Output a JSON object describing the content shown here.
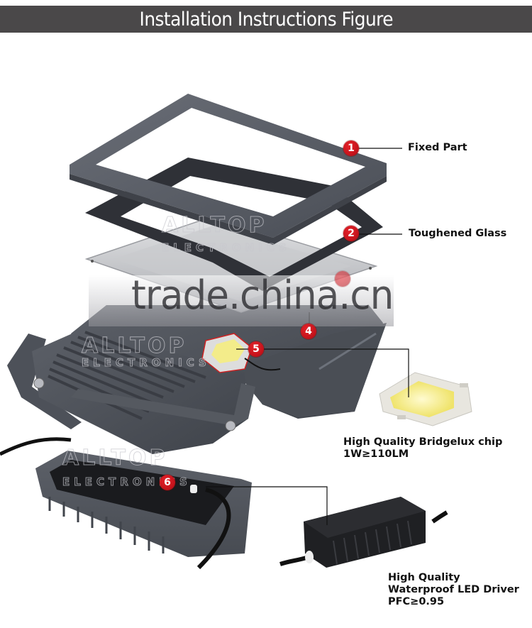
{
  "header": {
    "title": "Installation Instructions Figure",
    "background": "#4a4849"
  },
  "callouts": [
    {
      "number": "1",
      "label": "Fixed Part"
    },
    {
      "number": "2",
      "label": "Toughened Glass"
    },
    {
      "number": "3",
      "label": ""
    },
    {
      "number": "4",
      "label": ""
    },
    {
      "number": "5",
      "label": ""
    },
    {
      "number": "6",
      "label": ""
    }
  ],
  "chip": {
    "line1": "High Quality Bridgelux chip",
    "line2": "1W≥110LM"
  },
  "driver": {
    "line1": "High Quality",
    "line2": "Waterproof LED Driver",
    "line3": "PFC≥0.95"
  },
  "watermarks": {
    "site": "trade.china.cn",
    "brand": "ALLTOP",
    "brand_sub": "ELECTRONICS",
    "reg": "®"
  },
  "colors": {
    "badge": "#c4131b",
    "housing": "#4f535b",
    "frame": "#5a5e66",
    "gasket": "#2e3036",
    "chip_yellow": "#f3ec8a"
  }
}
